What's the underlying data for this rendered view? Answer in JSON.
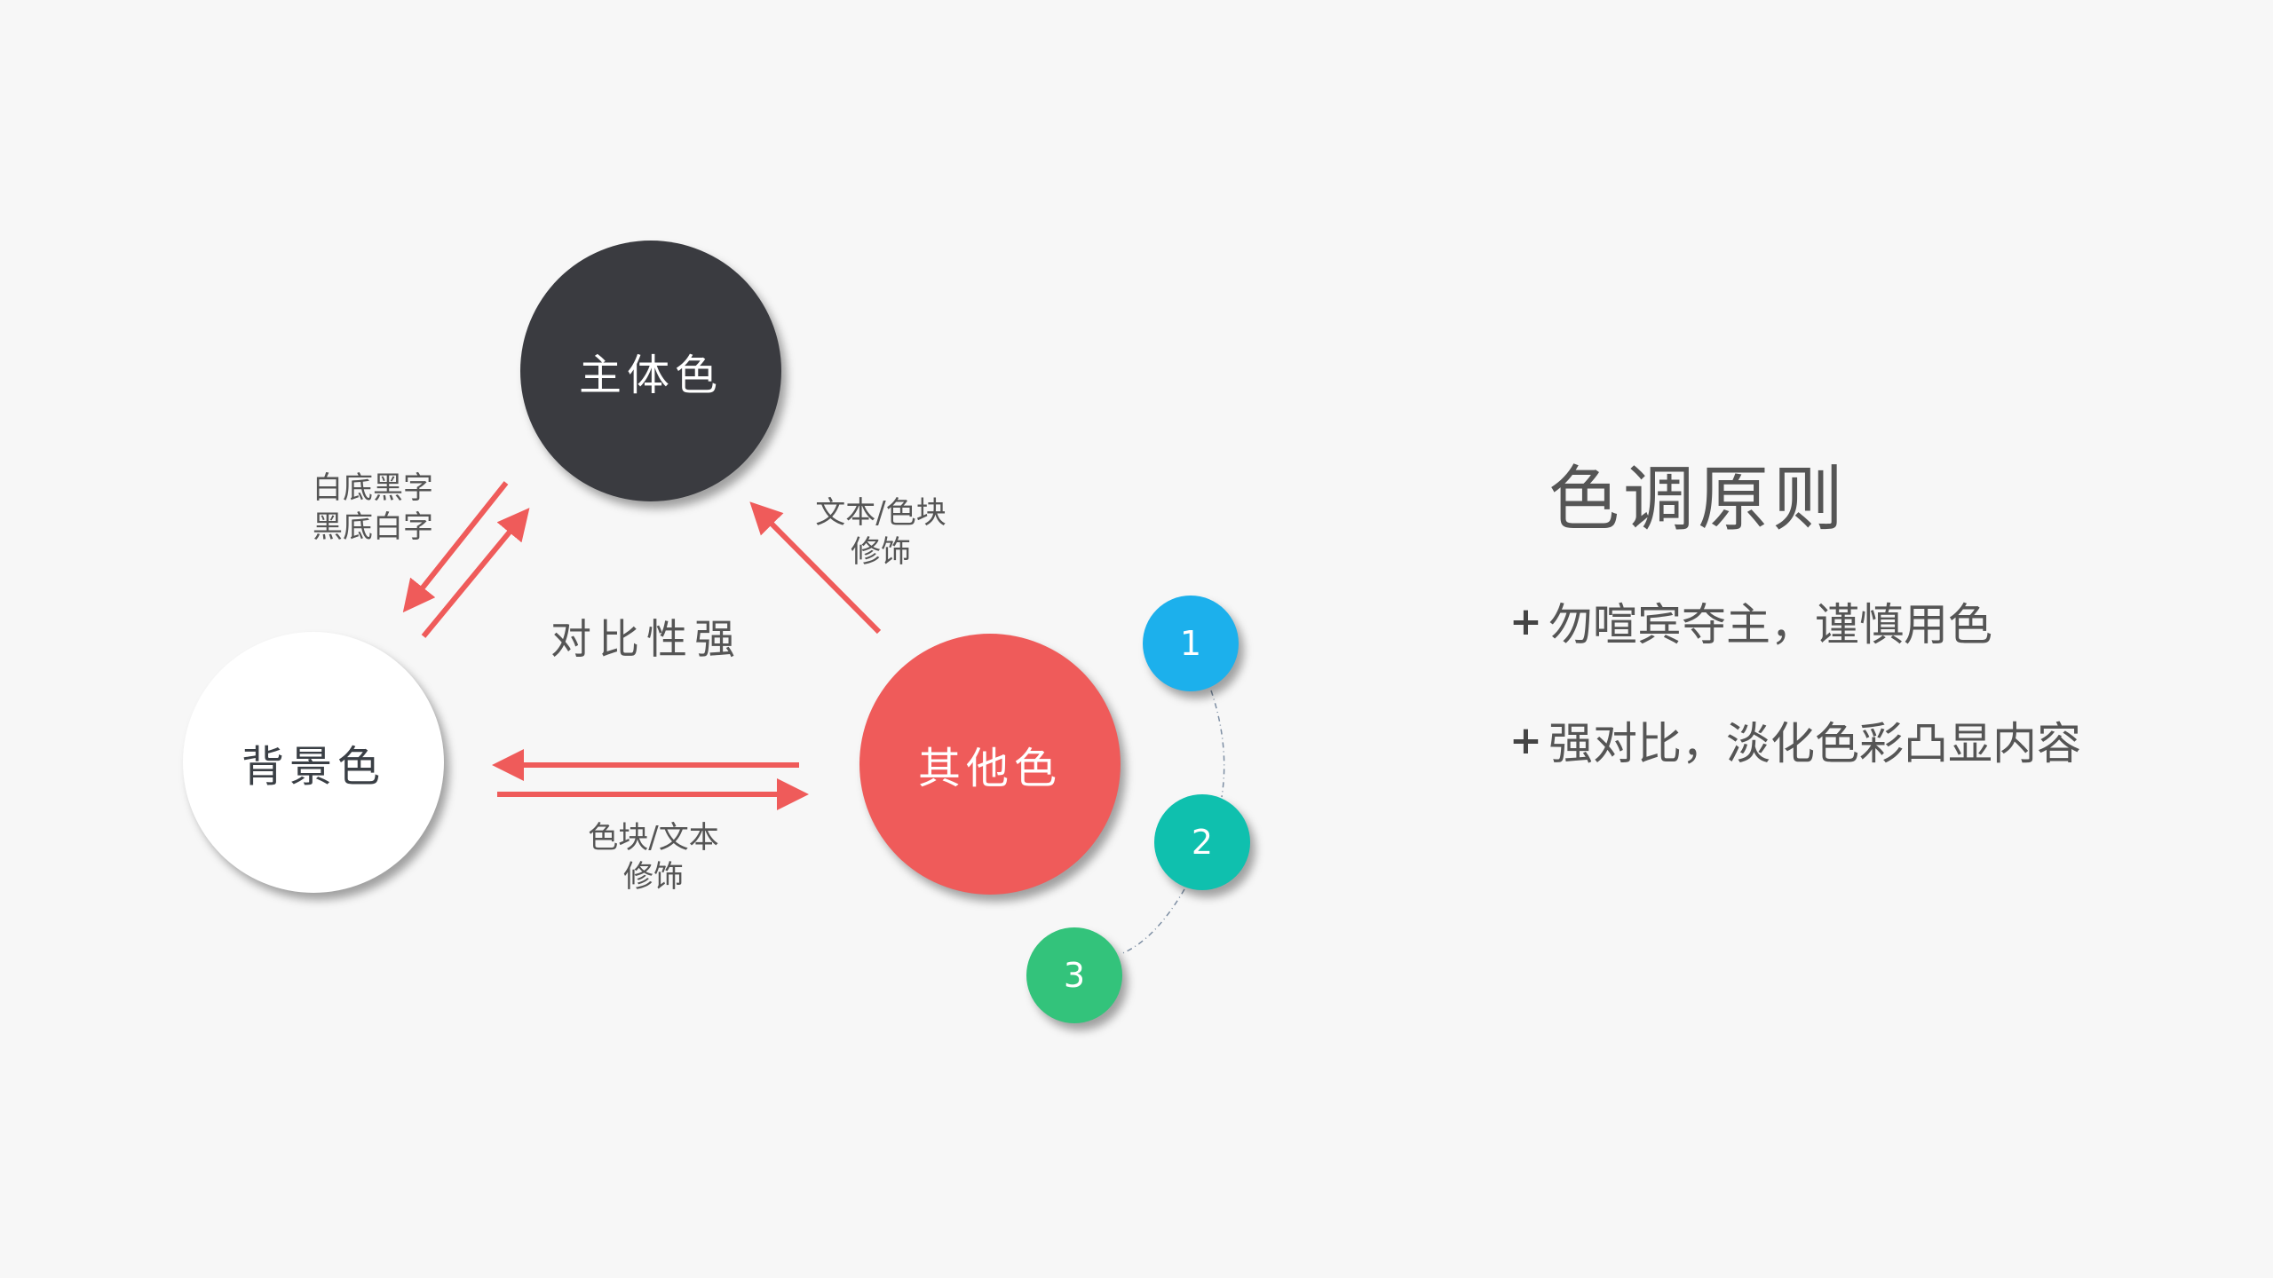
{
  "diagram": {
    "nodes": {
      "main": {
        "label": "主体色",
        "color": "#3a3b40"
      },
      "background": {
        "label": "背景色",
        "color": "#ffffff"
      },
      "other": {
        "label": "其他色",
        "color": "#ef5b5a"
      }
    },
    "edge_labels": {
      "bg_main_line1": "白底黑字",
      "bg_main_line2": "黑底白字",
      "other_main_line1": "文本/色块",
      "other_main_line2": "修饰",
      "center": "对比性强",
      "bg_other_line1": "色块/文本",
      "bg_other_line2": "修饰"
    },
    "steps": [
      {
        "label": "1",
        "color": "#1cb0ec"
      },
      {
        "label": "2",
        "color": "#0fc0ae"
      },
      {
        "label": "3",
        "color": "#33c37b"
      }
    ],
    "arrow_color": "#ef5b5a"
  },
  "principles": {
    "title": "色调原则",
    "bullet_symbol": "+",
    "items": [
      "勿喧宾夺主，谨慎用色",
      "强对比，淡化色彩凸显内容"
    ]
  }
}
